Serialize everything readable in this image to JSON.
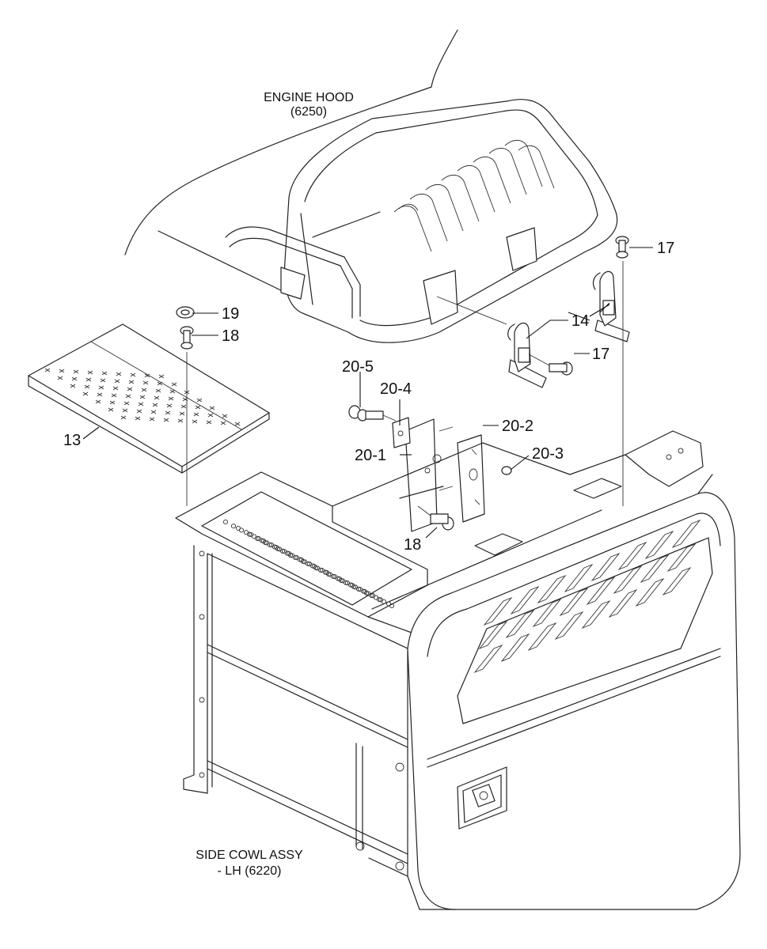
{
  "captions": {
    "engine_hood": {
      "line1": "ENGINE HOOD",
      "line2": "(6250)"
    },
    "side_cowl": {
      "line1": "SIDE COWL ASSY",
      "line2": "- LH (6220)"
    }
  },
  "callouts": {
    "c13": "13",
    "c14": "14",
    "c17_top": "17",
    "c17_mid": "17",
    "c18_top": "18",
    "c18_bottom": "18",
    "c19": "19",
    "c20_1": "20-1",
    "c20_2": "20-2",
    "c20_3": "20-3",
    "c20_4": "20-4",
    "c20_5": "20-5"
  }
}
